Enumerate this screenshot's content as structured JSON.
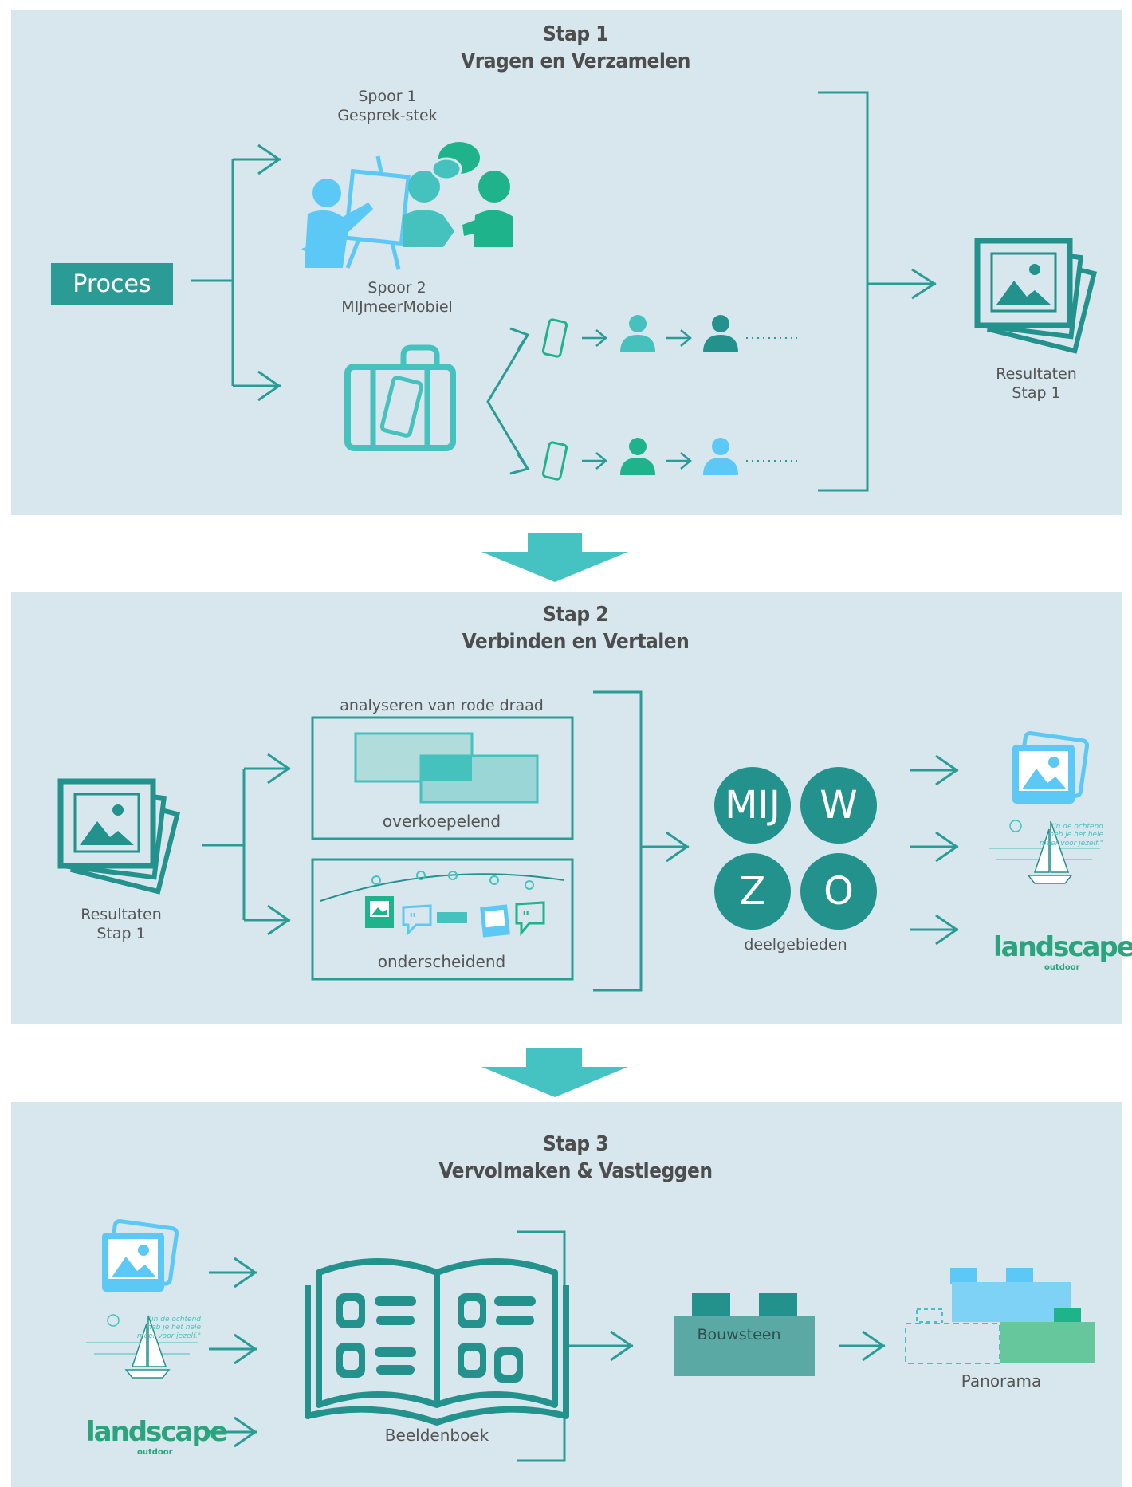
{
  "step1": {
    "title_line1": "Stap 1",
    "title_line2": "Vragen en Verzamelen",
    "proces": "Proces",
    "spoor1_line1": "Spoor 1",
    "spoor1_line2": "Gesprek-stek",
    "spoor2_line1": "Spoor 2",
    "spoor2_line2": "MIJmeerMobiel",
    "result_line1": "Resultaten",
    "result_line2": "Stap 1"
  },
  "step2": {
    "title_line1": "Stap 2",
    "title_line2": "Verbinden en Vertalen",
    "input_line1": "Resultaten",
    "input_line2": "Stap 1",
    "analysis_title": "analyseren van rode draad",
    "box1_label": "overkoepelend",
    "box2_label": "onderscheidend",
    "areas": [
      "MIJ",
      "W",
      "Z",
      "O"
    ],
    "areas_label": "deelgebieden"
  },
  "step3": {
    "title_line1": "Stap 3",
    "title_line2": "Vervolmaken & Vastleggen",
    "book_label": "Beeldenboek",
    "block_label": "Bouwsteen",
    "panorama_label": "Panorama"
  },
  "illustrations": {
    "quote": "\"in de ochtend heb je het hele meer voor jezelf.\"",
    "wordcloud": "landscape",
    "wordcloud_small": "outdoor"
  },
  "colors": {
    "panel_bg": "#d7e7ed",
    "teal_dark": "#23928c",
    "teal_mid": "#45c2bd",
    "green": "#1eb38a",
    "sky": "#5bc8f5",
    "arrow_big": "#45c2c2"
  }
}
